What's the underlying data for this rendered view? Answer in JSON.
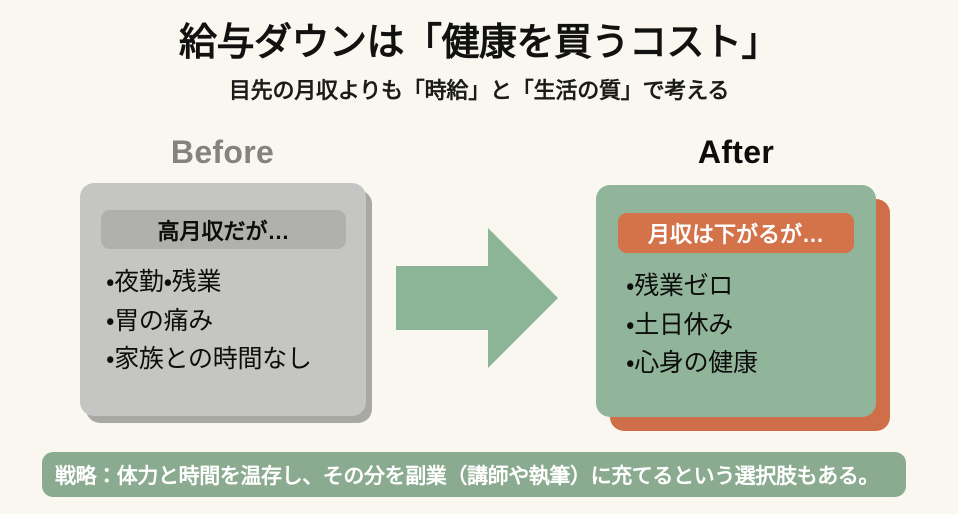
{
  "header": {
    "title": "給与ダウンは「健康を買うコスト」",
    "subtitle": "目先の月収よりも「時給」と「生活の質」で考える"
  },
  "columns": {
    "before": {
      "label": "Before",
      "label_color": "#84847c",
      "card_color": "#c5c5c3",
      "shadow_color": "#a9a9a4",
      "head_color": "#b0b0ae",
      "head_text_color": "#0d0d0c",
      "head": "高月収だが…",
      "bullets": [
        "・夜勤・残業",
        "・胃の痛み",
        "・家族との時間なし"
      ]
    },
    "after": {
      "label": "After",
      "label_color": "#0c0c0b",
      "card_color": "#91b59b",
      "shadow_color": "#cf6f49",
      "head_color": "#d4734a",
      "head_text_color": "#ffffff",
      "head": "月収は下がるが…",
      "bullets": [
        "・残業ゼロ",
        "・土日休み",
        "・心身の健康"
      ]
    }
  },
  "arrow": {
    "name": "right-arrow",
    "color": "#8cb497",
    "direction": "right"
  },
  "footer": {
    "text": "戦略：体力と時間を温存し、その分を副業（講師や執筆）に充てるという選択肢もある。",
    "background": "#8aab8f",
    "text_color": "#ffffff"
  },
  "page": {
    "background": "#faf7f0"
  }
}
